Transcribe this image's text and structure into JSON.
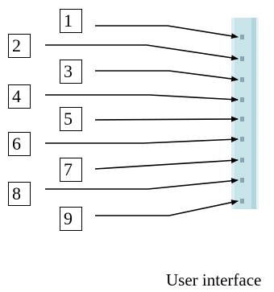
{
  "connector": {
    "color": "#bcdde5",
    "pin_color": "#7f9aa3",
    "pins": [
      {
        "label": "1"
      },
      {
        "label": "2"
      },
      {
        "label": "3"
      },
      {
        "label": "4"
      },
      {
        "label": "5"
      },
      {
        "label": "6"
      },
      {
        "label": "7"
      },
      {
        "label": "8"
      },
      {
        "label": "9"
      }
    ]
  },
  "caption": "User interface"
}
